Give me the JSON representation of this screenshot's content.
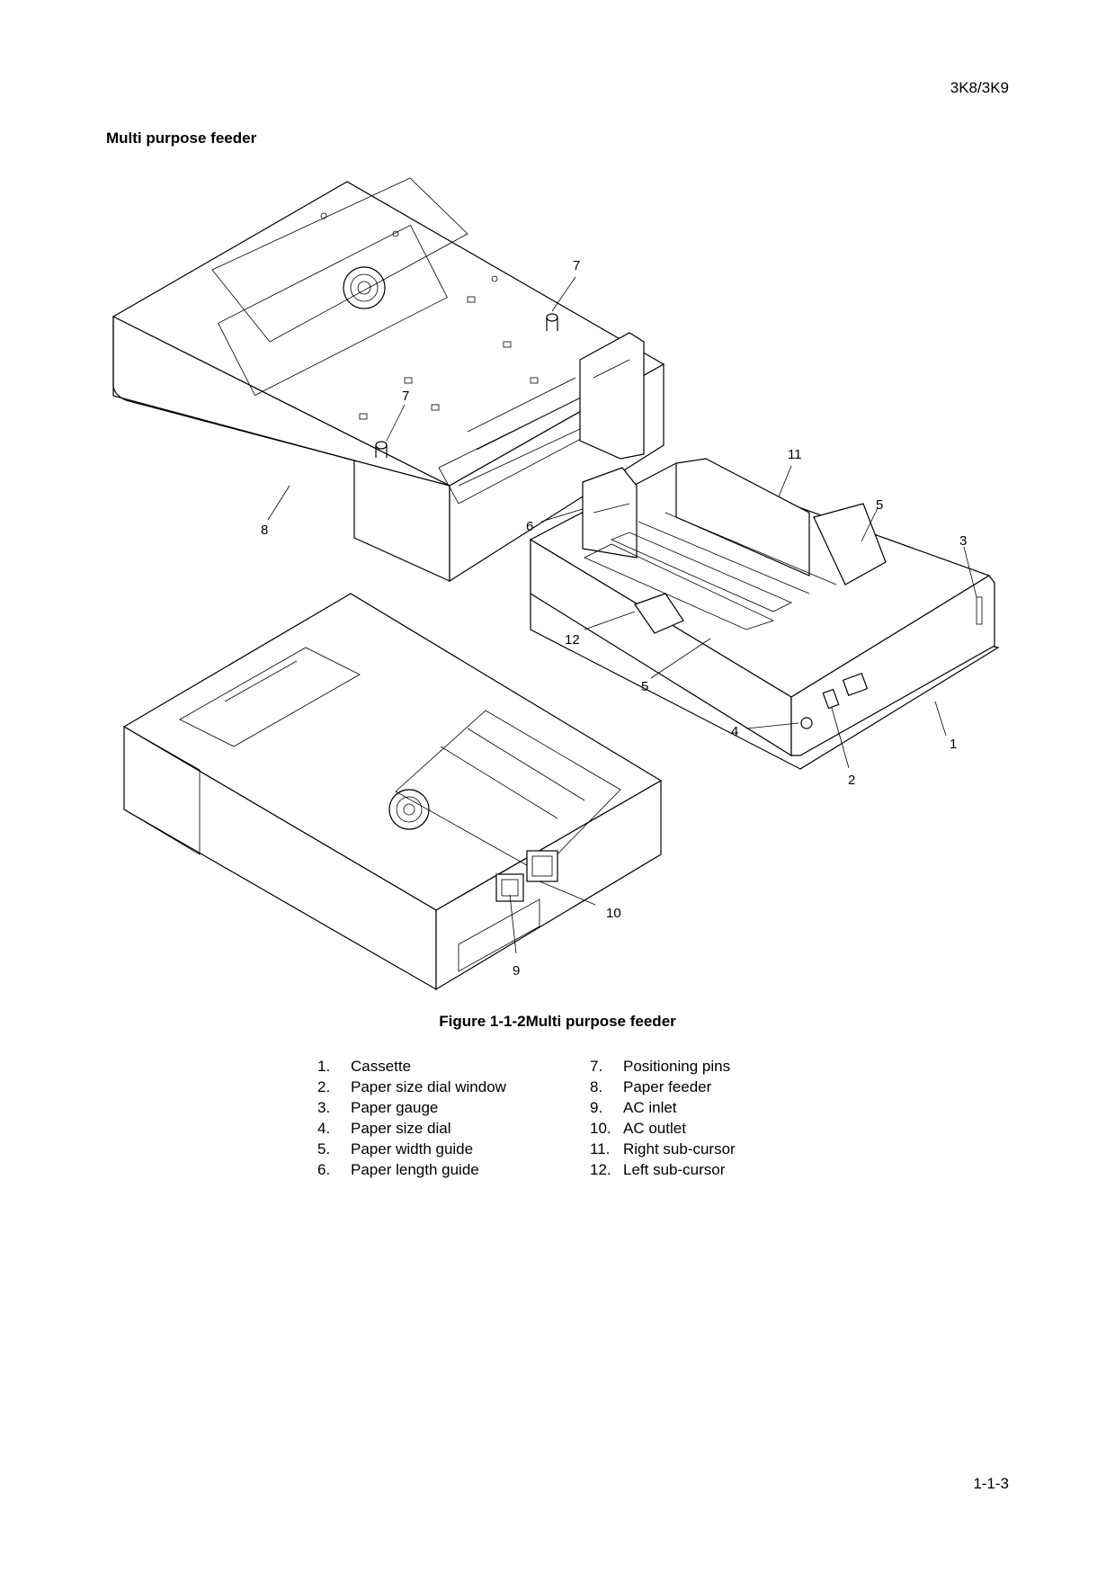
{
  "header": {
    "doc_id": "3K8/3K9"
  },
  "section_title": "Multi purpose feeder",
  "figure": {
    "caption": "Figure 1-1-2Multi purpose feeder",
    "callouts": [
      "7",
      "7",
      "8",
      "11",
      "5",
      "6",
      "3",
      "12",
      "5",
      "4",
      "1",
      "2",
      "10",
      "9"
    ]
  },
  "legend": {
    "left": [
      {
        "num": "1.",
        "label": "Cassette"
      },
      {
        "num": "2.",
        "label": "Paper size dial window"
      },
      {
        "num": "3.",
        "label": "Paper gauge"
      },
      {
        "num": "4.",
        "label": "Paper size dial"
      },
      {
        "num": "5.",
        "label": "Paper width guide"
      },
      {
        "num": "6.",
        "label": "Paper length guide"
      }
    ],
    "right": [
      {
        "num": "7.",
        "label": "Positioning pins"
      },
      {
        "num": "8.",
        "label": "Paper feeder"
      },
      {
        "num": "9.",
        "label": "AC inlet"
      },
      {
        "num": "10.",
        "label": "AC outlet"
      },
      {
        "num": "11.",
        "label": "Right sub-cursor"
      },
      {
        "num": "12.",
        "label": "Left sub-cursor"
      }
    ]
  },
  "footer": {
    "page_number": "1-1-3"
  }
}
